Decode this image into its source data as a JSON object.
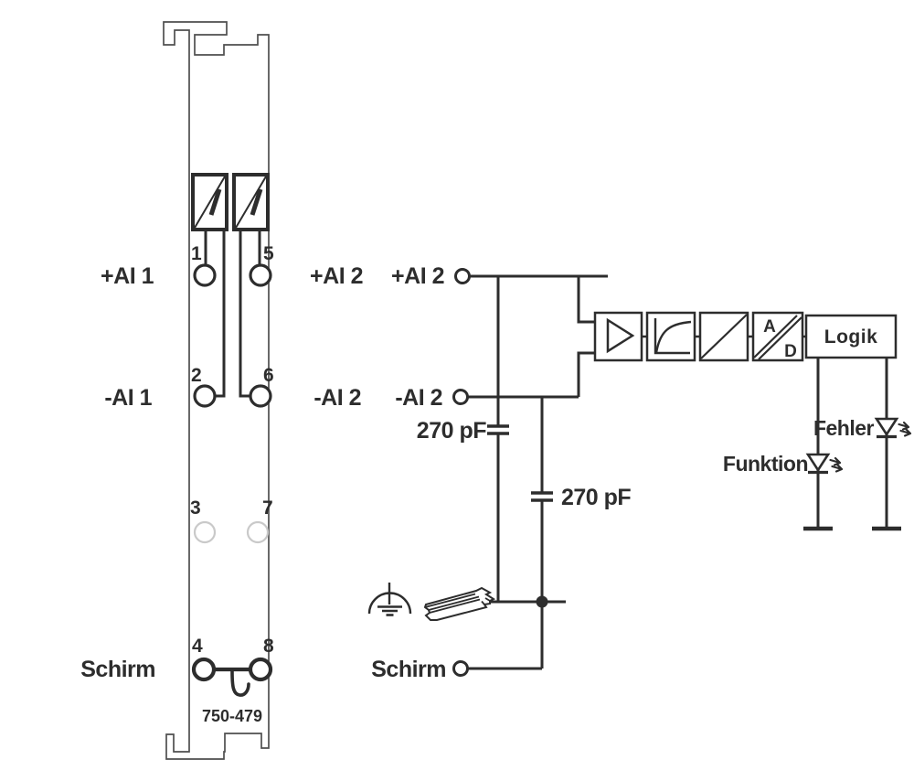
{
  "colors": {
    "line": "#2d2d2d",
    "module_outline": "#4f4f4f",
    "inactive_terminal": "#c9c9c9",
    "background": "#ffffff"
  },
  "module": {
    "part_number": "750-479",
    "terminals": [
      {
        "number": "1",
        "label": "+AI 1",
        "state": "active"
      },
      {
        "number": "2",
        "label": "-AI 1",
        "state": "active"
      },
      {
        "number": "3",
        "label": "",
        "state": "unused"
      },
      {
        "number": "4",
        "label": "Schirm",
        "state": "active"
      },
      {
        "number": "5",
        "label": "+AI 2",
        "state": "active"
      },
      {
        "number": "6",
        "label": "-AI 2",
        "state": "active"
      },
      {
        "number": "7",
        "label": "",
        "state": "unused"
      },
      {
        "number": "8",
        "label": "",
        "state": "active"
      }
    ]
  },
  "schematic": {
    "terminals": [
      {
        "label": "+AI 2"
      },
      {
        "label": "-AI 2"
      },
      {
        "label": "Schirm"
      }
    ],
    "capacitors": [
      {
        "value": "270 pF"
      },
      {
        "value": "270 pF"
      }
    ],
    "signal_chain": {
      "blocks": [
        "amplifier",
        "filter",
        "isolation",
        "a-d-converter",
        "logic"
      ],
      "adc_letter_a": "A",
      "adc_letter_d": "D",
      "logic_label": "Logik"
    },
    "leds": [
      {
        "label": "Funktion"
      },
      {
        "label": "Fehler"
      }
    ]
  }
}
